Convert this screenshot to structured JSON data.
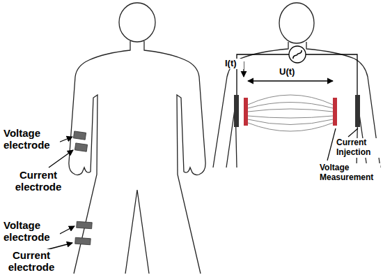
{
  "diagram": {
    "labels": [
      "Voltage electrode",
      "Current electrode",
      "Voltage electrode",
      "Current electrode",
      "I(t)",
      "U(t)",
      "Current Injection",
      "Voltage Measurement"
    ]
  }
}
